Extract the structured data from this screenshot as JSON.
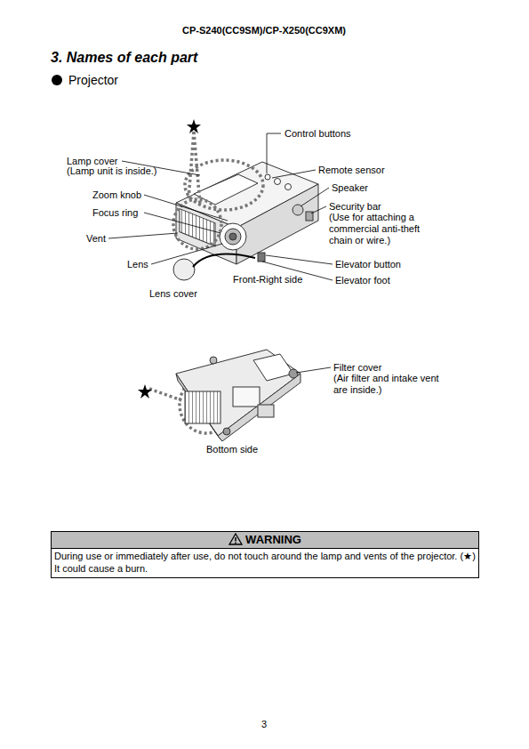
{
  "diagram": {
    "title": "3. Names of each part",
    "nodes": [
      {
        "text": [
          "WARNING",
          "During use or immediately after use, do not touch around the lamp and vents of the projector. (★) It could cause a burn."
        ]
      }
    ],
    "labels": [
      "CP-S240(CC9SM)/CP-X250(CC9XM)",
      "Projector",
      "Control buttons",
      "Lamp cover",
      "(Lamp unit is inside.)",
      "Remote sensor",
      "Speaker",
      "Zoom knob",
      "Security bar",
      "(Use for attaching a commercial anti-theft chain or wire.)",
      "Focus ring",
      "Vent",
      "Lens",
      "Elevator button",
      "Front-Right side",
      "Elevator foot",
      "Lens cover",
      "Filter cover",
      "(Air filter and intake vent are inside.)",
      "Bottom side",
      "3"
    ]
  }
}
